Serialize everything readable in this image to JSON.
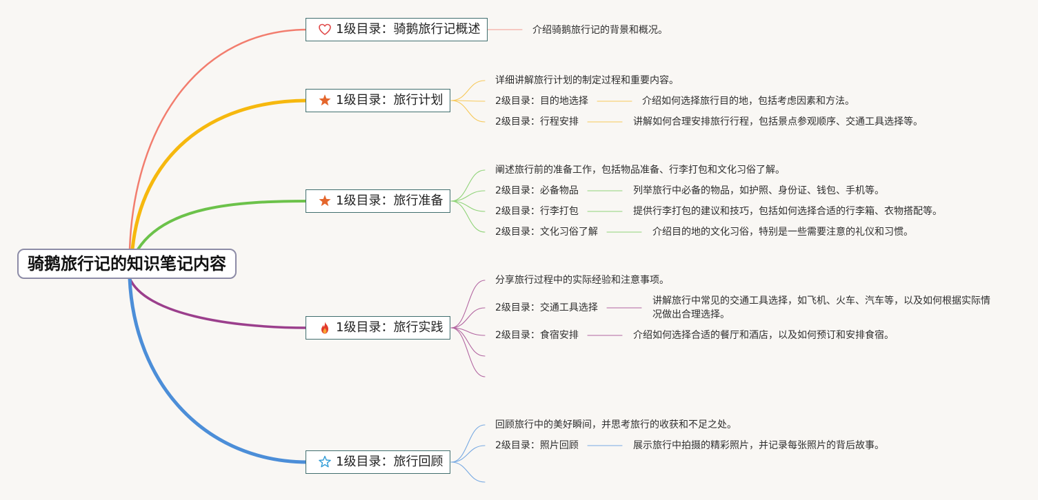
{
  "root": {
    "label": "骑鹅旅行记的知识笔记内容"
  },
  "colors": {
    "background": "#f9f7f4",
    "root_border": "#8c8ba6",
    "topic_border": "#3f6d6d",
    "text": "#2b2b2b"
  },
  "branches": [
    {
      "label": "1级目录：骑鹅旅行记概述",
      "icon": "heart-outline-icon",
      "color": "#f27d6e",
      "line_color": "#f29a8e",
      "summary": "介绍骑鹅旅行记的背景和概况。",
      "subtopics": []
    },
    {
      "label": "1级目录：旅行计划",
      "icon": "star-filled-icon",
      "color": "#f6b80e",
      "line_color": "#f7c95a",
      "summary": "详细讲解旅行计划的制定过程和重要内容。",
      "subtopics": [
        {
          "label": "2级目录：目的地选择",
          "detail": "介绍如何选择旅行目的地，包括考虑因素和方法。"
        },
        {
          "label": "2级目录：行程安排",
          "detail": "讲解如何合理安排旅行行程，包括景点参观顺序、交通工具选择等。"
        }
      ]
    },
    {
      "label": "1级目录：旅行准备",
      "icon": "star-filled-icon",
      "color": "#6cc24a",
      "line_color": "#8fd378",
      "summary": "阐述旅行前的准备工作，包括物品准备、行李打包和文化习俗了解。",
      "subtopics": [
        {
          "label": "2级目录：必备物品",
          "detail": "列举旅行中必备的物品，如护照、身份证、钱包、手机等。"
        },
        {
          "label": "2级目录：行李打包",
          "detail": "提供行李打包的建议和技巧，包括如何选择合适的行李箱、衣物搭配等。"
        },
        {
          "label": "2级目录：文化习俗了解",
          "detail": "介绍目的地的文化习俗，特别是一些需要注意的礼仪和习惯。"
        }
      ]
    },
    {
      "label": "1级目录：旅行实践",
      "icon": "fire-icon",
      "color": "#9b3f8c",
      "line_color": "#b1639f",
      "summary": "分享旅行过程中的实际经验和注意事项。",
      "subtopics": [
        {
          "label": "2级目录：交通工具选择",
          "detail": "讲解旅行中常见的交通工具选择，如飞机、火车、汽车等，以及如何根据实际情况做出合理选择。"
        },
        {
          "label": "2级目录：食宿安排",
          "detail": "介绍如何选择合适的餐厅和酒店，以及如何预订和安排食宿。"
        }
      ]
    },
    {
      "label": "1级目录：旅行回顾",
      "icon": "star-outline-icon",
      "color": "#4c8ed8",
      "line_color": "#77a9e2",
      "summary": "回顾旅行中的美好瞬间，并思考旅行的收获和不足之处。",
      "subtopics": [
        {
          "label": "2级目录：照片回顾",
          "detail": "展示旅行中拍摄的精彩照片，并记录每张照片的背后故事。"
        }
      ]
    }
  ]
}
